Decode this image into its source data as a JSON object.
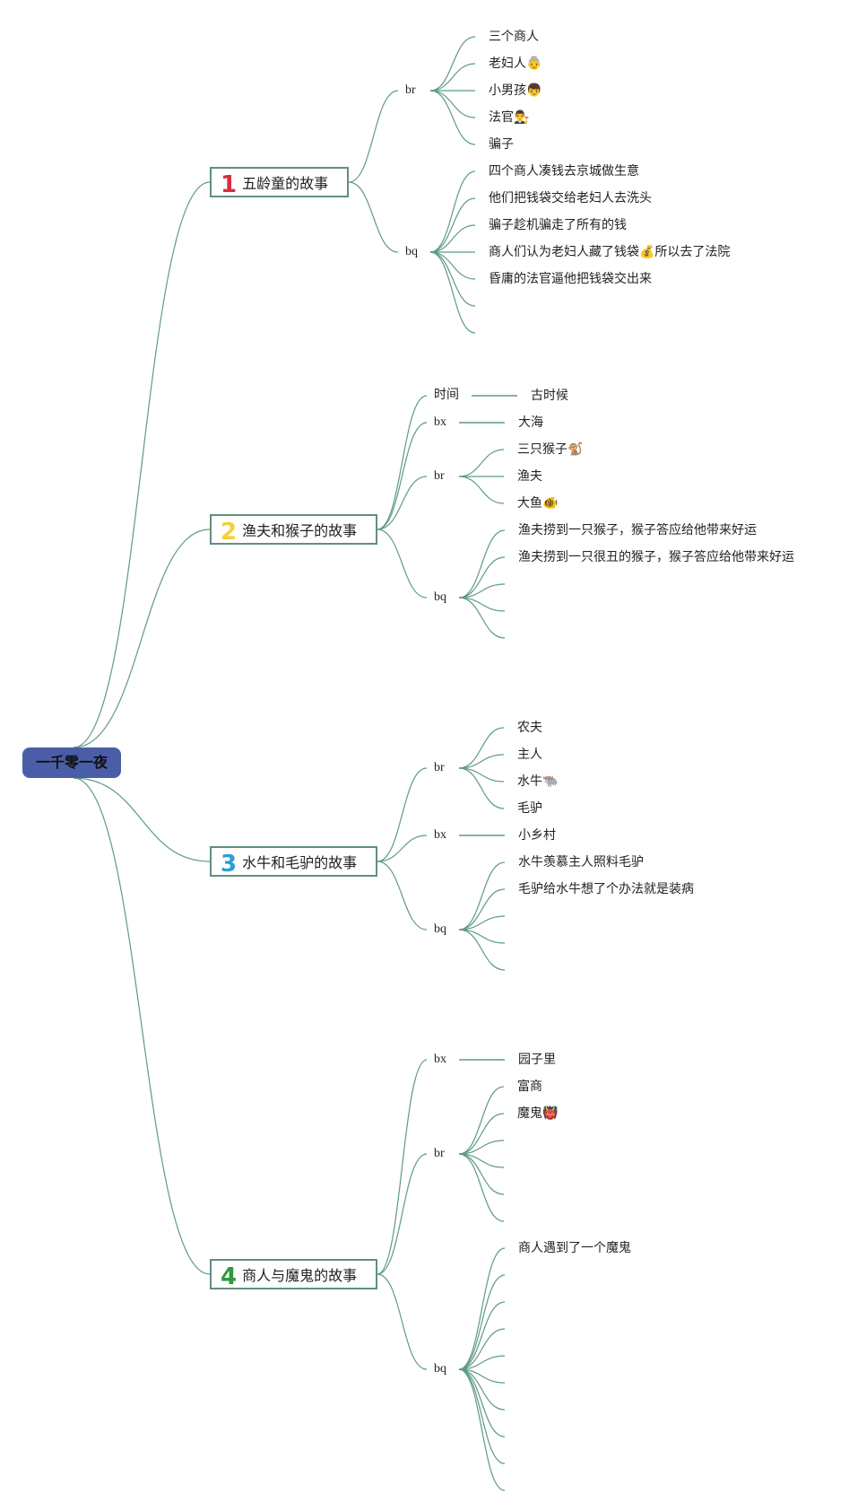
{
  "root": {
    "label": "一千零一夜",
    "color": "#4a5ea8"
  },
  "link_color": "#5f9a86",
  "stories": [
    {
      "num": "1",
      "num_color": "#d32f3f",
      "title": "五龄童的故事",
      "branches": [
        {
          "label": "br",
          "leaves": [
            "三个商人",
            "老妇人👵",
            "小男孩👦",
            "法官👨‍⚖️",
            "骗子"
          ]
        },
        {
          "label": "bq",
          "leaves": [
            "四个商人凑钱去京城做生意",
            "他们把钱袋交给老妇人去洗头",
            "骗子趁机骗走了所有的钱",
            "商人们认为老妇人藏了钱袋💰所以去了法院",
            "昏庸的法官逼他把钱袋交出来",
            "",
            ""
          ]
        }
      ]
    },
    {
      "num": "2",
      "num_color": "#f2d03b",
      "title": "渔夫和猴子的故事",
      "branches": [
        {
          "label": "时间",
          "leaves": [
            "古时候"
          ]
        },
        {
          "label": "bx",
          "leaves": [
            "大海"
          ]
        },
        {
          "label": "br",
          "leaves": [
            "三只猴子🐒",
            "渔夫",
            "大鱼🐠"
          ]
        },
        {
          "label": "bq",
          "leaves": [
            "渔夫捞到一只猴子，猴子答应给他带来好运",
            "渔夫捞到一只很丑的猴子，猴子答应给他带来好运",
            "",
            "",
            ""
          ]
        }
      ]
    },
    {
      "num": "3",
      "num_color": "#2a9fd8",
      "title": "水牛和毛驴的故事",
      "branches": [
        {
          "label": "br",
          "leaves": [
            "农夫",
            "主人",
            "水牛🐃",
            "毛驴"
          ]
        },
        {
          "label": "bx",
          "leaves": [
            "小乡村"
          ]
        },
        {
          "label": "bq",
          "leaves": [
            "水牛羡慕主人照料毛驴",
            "毛驴给水牛想了个办法就是装病",
            "",
            "",
            ""
          ]
        }
      ]
    },
    {
      "num": "4",
      "num_color": "#2e9a3a",
      "title": "商人与魔鬼的故事",
      "branches": [
        {
          "label": "bx",
          "leaves": [
            "园子里"
          ]
        },
        {
          "label": "br",
          "leaves": [
            "富商",
            "魔鬼👹",
            "",
            "",
            "",
            ""
          ]
        },
        {
          "label": "bq",
          "leaves": [
            "商人遇到了一个魔鬼",
            "",
            "",
            "",
            "",
            "",
            "",
            "",
            "",
            ""
          ]
        }
      ]
    }
  ]
}
